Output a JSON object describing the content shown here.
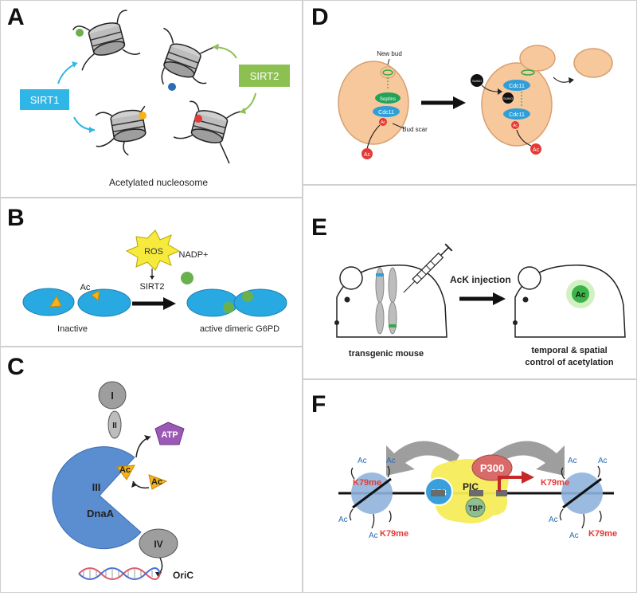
{
  "panels": {
    "A": {
      "label": "A",
      "sirt1": "SIRT1",
      "sirt2": "SIRT2",
      "caption": "Acetylated nucleosome"
    },
    "B": {
      "label": "B",
      "ros": "ROS",
      "sirt2": "SIRT2",
      "nadp": "NADP+",
      "ac": "Ac",
      "inactive": "Inactive",
      "active": "active dimeric G6PD"
    },
    "C": {
      "label": "C",
      "i": "I",
      "ii": "II",
      "iii": "III",
      "iv": "IV",
      "dnaa": "DnaA",
      "ac1": "Ac",
      "ac2": "Ac",
      "atp": "ATP",
      "oric": "OriC"
    },
    "D": {
      "label": "D",
      "new_bud": "New bud",
      "septins": "Septins",
      "cdc11": "Cdc11",
      "ac_small": "Ac",
      "bud_scar": "Bud scar",
      "ac_in": "Ac",
      "sumo1": "SUMO",
      "sumo2": "SUMO",
      "cdc11_a": "Cdc11",
      "cdc11_b": "Cdc11",
      "ac_mid": "Ac",
      "ac_out": "Ac"
    },
    "E": {
      "label": "E",
      "injection": "AcK injection",
      "transgenic": "transgenic mouse",
      "temporal": "temporal & spatial",
      "control": "control of acetylation",
      "ac": "Ac"
    },
    "F": {
      "label": "F",
      "p300": "P300",
      "p53": "P53",
      "pic": "PIC",
      "tbp": "TBP",
      "k79_l1": "K79me",
      "k79_l2": "K79me",
      "k79_r1": "K79me",
      "k79_r2": "K79me",
      "ac": "Ac"
    }
  },
  "colors": {
    "sirt1": "#2fb6e6",
    "sirt2": "#8cc152",
    "enzyme": "#29a9e1",
    "acetyl": "#f5b21b",
    "ros": "#f6ea3c",
    "nadp": "#6ab04c",
    "cell": "#f7c89b",
    "pic": "#f7ec5a",
    "p300": "#d96a6a",
    "p53": "#3aa0dc",
    "tbp": "#8fbf8f",
    "nucleosome": "#8fb4dc",
    "dnaa": "#5b8dd1",
    "atp": "#9b59b6",
    "ac_red": "#e53935",
    "k79": "#e53935"
  }
}
